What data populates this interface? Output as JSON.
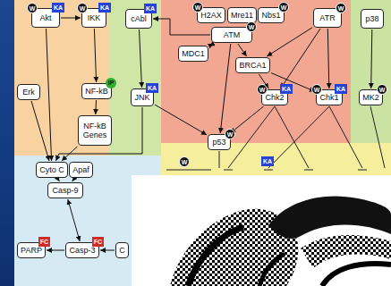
{
  "diagram": {
    "nodes": [
      {
        "text": [
          "Akt"
        ]
      },
      {
        "text": [
          "W"
        ],
        "in": 0
      },
      {
        "text": [
          "KA"
        ],
        "in": 0
      },
      {
        "text": [
          "IKK"
        ]
      },
      {
        "text": [
          "W"
        ],
        "in": 3
      },
      {
        "text": [
          "KA"
        ],
        "in": 3
      },
      {
        "text": [
          "Erk"
        ]
      },
      {
        "text": [
          "NF-kB"
        ]
      },
      {
        "text": [
          "IP"
        ],
        "in": 7
      },
      {
        "text": [
          "NF-kB Genes"
        ]
      },
      {
        "text": [
          "cAbl"
        ]
      },
      {
        "text": [
          "KA"
        ],
        "in": 10
      },
      {
        "text": [
          "JNK"
        ]
      },
      {
        "text": [
          "KA"
        ],
        "in": 12
      },
      {
        "text": [
          "H2AX"
        ]
      },
      {
        "text": [
          "W"
        ],
        "in": 14
      },
      {
        "text": [
          "Mre11"
        ]
      },
      {
        "text": [
          "Nbs1"
        ]
      },
      {
        "text": [
          "W"
        ],
        "in": 17
      },
      {
        "text": [
          "ATM"
        ]
      },
      {
        "text": [
          "W"
        ],
        "in": 19
      },
      {
        "text": [
          "MDC1"
        ]
      },
      {
        "text": [
          "BRCA1"
        ]
      },
      {
        "text": [
          "ATR"
        ]
      },
      {
        "text": [
          "W"
        ],
        "in": 23
      },
      {
        "text": [
          "p38"
        ]
      },
      {
        "text": [
          "Chk2"
        ]
      },
      {
        "text": [
          "W"
        ],
        "in": 26
      },
      {
        "text": [
          "KA"
        ],
        "in": 26
      },
      {
        "text": [
          "Chk1"
        ]
      },
      {
        "text": [
          "W"
        ],
        "in": 29
      },
      {
        "text": [
          "KA"
        ],
        "in": 29
      },
      {
        "text": [
          "MK2"
        ]
      },
      {
        "text": [
          "W"
        ],
        "in": 32
      },
      {
        "text": [
          "p53"
        ]
      },
      {
        "text": [
          "W"
        ],
        "in": 34
      },
      {
        "text": [
          "W"
        ]
      },
      {
        "text": [
          "KA"
        ]
      },
      {
        "text": [
          "Cyto C"
        ]
      },
      {
        "text": [
          "Apaf"
        ]
      },
      {
        "text": [
          "Casp-9"
        ]
      },
      {
        "text": [
          "PARP"
        ]
      },
      {
        "text": [
          "FC"
        ],
        "in": 41
      },
      {
        "text": [
          "Casp-3"
        ]
      },
      {
        "text": [
          "FC"
        ],
        "in": 43
      },
      {
        "text": [
          "C"
        ]
      }
    ],
    "edges": [
      {
        "from": 0,
        "to": 3,
        "arrow": "to"
      },
      {
        "from": 3,
        "to": 7,
        "arrow": "to"
      },
      {
        "from": 7,
        "to": 9,
        "arrow": "to"
      },
      {
        "from": 0,
        "to": 38,
        "arrow": "to"
      },
      {
        "from": 6,
        "to": 38,
        "arrow": "to"
      },
      {
        "from": 9,
        "to": 38,
        "arrow": "to"
      },
      {
        "from": 10,
        "to": 12,
        "arrow": "to"
      },
      {
        "from": 19,
        "to": 10,
        "arrow": "to"
      },
      {
        "from": 12,
        "to": 34,
        "arrow": "to"
      },
      {
        "from": 12,
        "to": 38,
        "arrow": "to"
      },
      {
        "from": 19,
        "to": 21,
        "arrow": "both"
      },
      {
        "from": 19,
        "to": 22,
        "arrow": "to"
      },
      {
        "from": 19,
        "to": 34,
        "arrow": "to"
      },
      {
        "from": 22,
        "to": 26,
        "arrow": "to"
      },
      {
        "from": 22,
        "to": 29,
        "arrow": "to"
      },
      {
        "from": 23,
        "to": 22,
        "arrow": "to"
      },
      {
        "from": 23,
        "to": 26,
        "arrow": "to"
      },
      {
        "from": 23,
        "to": 29,
        "arrow": "to"
      },
      {
        "from": 26,
        "to": 34,
        "arrow": "to"
      },
      {
        "from": 25,
        "to": 32,
        "arrow": "to"
      },
      {
        "from": 38,
        "to": 40,
        "arrow": "to"
      },
      {
        "from": 39,
        "to": 40,
        "arrow": "to"
      },
      {
        "from": 40,
        "to": 43,
        "arrow": "both"
      },
      {
        "from": 43,
        "to": 41,
        "arrow": "to"
      },
      {
        "from": 45,
        "to": 43,
        "arrow": "to"
      }
    ]
  }
}
